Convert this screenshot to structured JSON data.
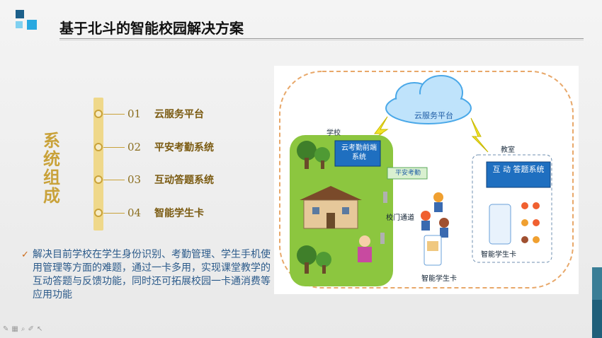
{
  "title": "基于北斗的智能校园解决方案",
  "vertical_title": "系统组成",
  "items": [
    {
      "num": "01",
      "label": "云服务平台"
    },
    {
      "num": "02",
      "label": "平安考勤系统"
    },
    {
      "num": "03",
      "label": "互动答题系统"
    },
    {
      "num": "04",
      "label": "智能学生卡"
    }
  ],
  "note": "解决目前学校在学生身份识别、考勤管理、学生手机使用管理等方面的难题，通过一卡多用，实现课堂教学的互动答题与反馈功能，同时还可拓展校园一卡通消费等应用功能",
  "diagram": {
    "cloud": "云服务平台",
    "school": "学校",
    "classroom": "教室",
    "front_system": "云考勤前端系统",
    "safe_attendance": "平安考勤",
    "answer_system": "互 动 答题系统",
    "gate": "校门通道",
    "card_a": "智能学生卡",
    "card_b": "智能学生卡"
  },
  "colors": {
    "accent_gold": "#c9a23a",
    "note_blue": "#2b5a8a",
    "box_blue": "#1f6fc0"
  }
}
